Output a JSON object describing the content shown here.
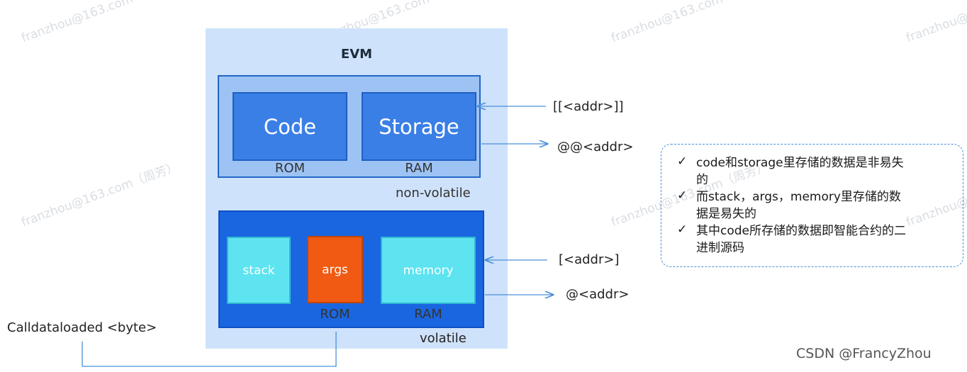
{
  "watermark": "franzhou@163.com（周芳）",
  "evm": {
    "title": "EVM",
    "non_volatile": {
      "label": "non-volatile",
      "code": {
        "label": "Code",
        "type": "ROM"
      },
      "storage": {
        "label": "Storage",
        "type": "RAM"
      }
    },
    "volatile": {
      "label": "volatile",
      "stack": {
        "label": "stack"
      },
      "args": {
        "label": "args",
        "type": "ROM"
      },
      "memory": {
        "label": "memory",
        "type": "RAM"
      }
    }
  },
  "accessors": {
    "storage_read": "[[<addr>]]",
    "storage_write": "@@<addr>",
    "memory_read": "[<addr>]",
    "memory_write": "@<addr>"
  },
  "calldata": "Calldataloaded <byte>",
  "notes": [
    {
      "check": "✓",
      "line1": "code和storage里存储的数据是非易失",
      "line2": "的"
    },
    {
      "check": "✓",
      "line1": "而stack，args，memory里存储的数",
      "line2": "据是易失的"
    },
    {
      "check": "✓",
      "line1": "其中code所存储的数据即智能合约的二",
      "line2": "进制源码"
    }
  ],
  "credit": "CSDN @FrancyZhou",
  "colors": {
    "panel": "#cfe2fb",
    "non_volatile_box": "#9dc3f5",
    "rom_ram_block": "#3a7fe6",
    "volatile_box": "#1a66e0",
    "cyan_block": "#5ee3f0",
    "args_block": "#f05a12",
    "connector": "#4a90d9"
  }
}
